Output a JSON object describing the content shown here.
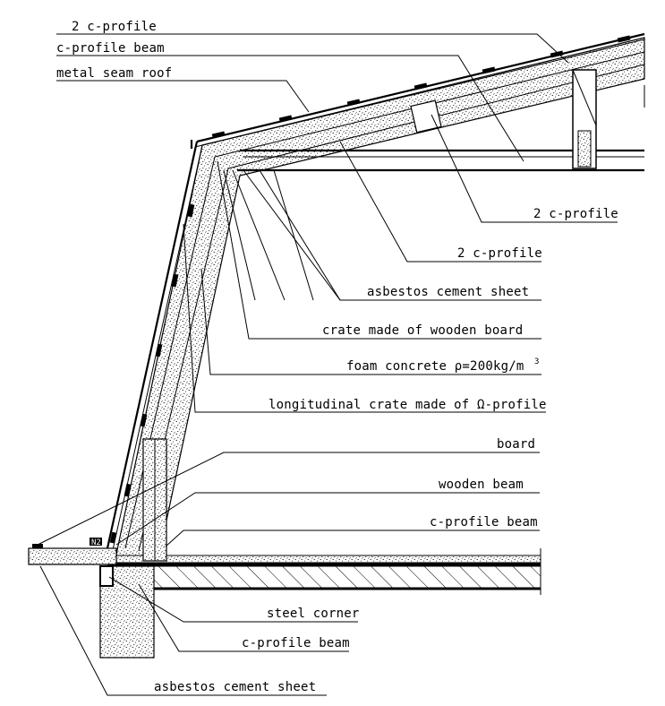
{
  "labels": {
    "c_profile_top": "2 c-profile",
    "c_profile_beam_top": "c-profile beam",
    "metal_seam_roof": "metal seam roof",
    "c_profile_right_1": "2 c-profile",
    "c_profile_right_2": "2 c-profile",
    "asbestos_sheet_upper": "asbestos cement sheet",
    "crate_wooden_board": "crate made of wooden board",
    "foam_concrete": "foam concrete ρ=200kg/m",
    "foam_concrete_sup": "3",
    "longitudinal_crate": "longitudinal crate made of Ω-profile",
    "board": "board",
    "wooden_beam": "wooden beam",
    "c_profile_beam_mid": "c-profile beam",
    "steel_corner": "steel corner",
    "c_profile_beam_low": "c-profile beam",
    "asbestos_sheet_lower": "asbestos cement sheet",
    "small_tag": "N2"
  },
  "colors": {
    "ink": "#000000",
    "paper": "#ffffff"
  }
}
